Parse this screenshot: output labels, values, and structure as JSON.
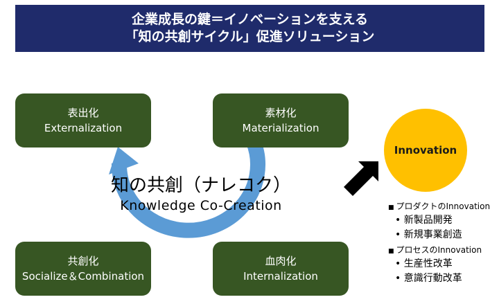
{
  "header": {
    "title_line1": "企業成長の鍵＝イノベーションを支える",
    "title_line2": "「知の共創サイクル」促進ソリューション"
  },
  "cycle": {
    "externalization": {
      "jp": "表出化",
      "en": "Externalization"
    },
    "materialization": {
      "jp": "素材化",
      "en": "Materialization"
    },
    "socialization": {
      "jp": "共創化",
      "en": "Socialize＆Combination"
    },
    "internalization": {
      "jp": "血肉化",
      "en": "Internalization"
    },
    "center_jp": "知の共創（ナレコク）",
    "center_en": "Knowledge Co-Creation"
  },
  "innovation": {
    "label": "Innovation"
  },
  "bullets": {
    "product_heading": "プロダクトのInnovation",
    "product_items": [
      "新製品開発",
      "新規事業創造"
    ],
    "process_heading": "プロセスのInnovation",
    "process_items": [
      "生産性改革",
      "意識行動改革"
    ]
  },
  "colors": {
    "banner": "#1f2b6b",
    "box": "#375623",
    "cycle_arrow": "#5b9bd5",
    "innovation_circle": "#ffc000",
    "big_arrow": "#000000"
  }
}
